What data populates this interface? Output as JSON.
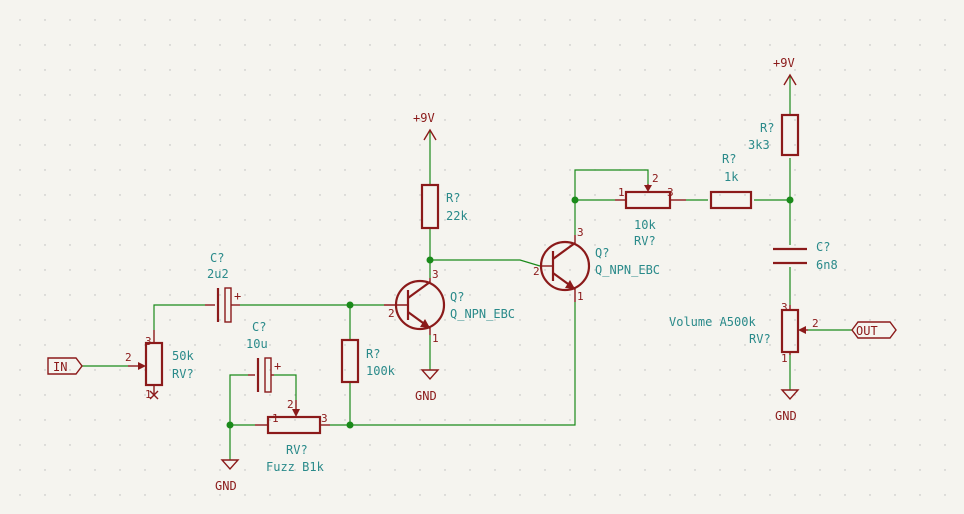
{
  "labels": {
    "in_label": "IN",
    "out_label": "OUT",
    "vcc_1": "+9V",
    "vcc_2": "+9V",
    "gnd_1": "GND",
    "gnd_2": "GND",
    "gnd_3": "GND",
    "c_in_ref": "C?",
    "c_in_val": "2u2",
    "c_fuzz_ref": "C?",
    "c_fuzz_val": "10u",
    "c_out_ref": "C?",
    "c_out_val": "6n8",
    "rv_in_ref": "RV?",
    "rv_in_val": "50k",
    "rv_fuzz_ref": "RV?",
    "rv_fuzz_val": "Fuzz B1k",
    "rv_fb_ref": "RV?",
    "rv_fb_val": "10k",
    "rv_vol_ref": "RV?",
    "rv_vol_val": "Volume A500k",
    "r_col1_ref": "R?",
    "r_col1_val": "22k",
    "r_base_ref": "R?",
    "r_base_val": "100k",
    "r_1k_ref": "R?",
    "r_1k_val": "1k",
    "r_3k3_ref": "R?",
    "r_3k3_val": "3k3",
    "q1_ref": "Q?",
    "q1_val": "Q_NPN_EBC",
    "q2_ref": "Q?",
    "q2_val": "Q_NPN_EBC",
    "plus_sign": "+",
    "pin_1": "1",
    "pin_2": "2",
    "pin_3": "3"
  }
}
